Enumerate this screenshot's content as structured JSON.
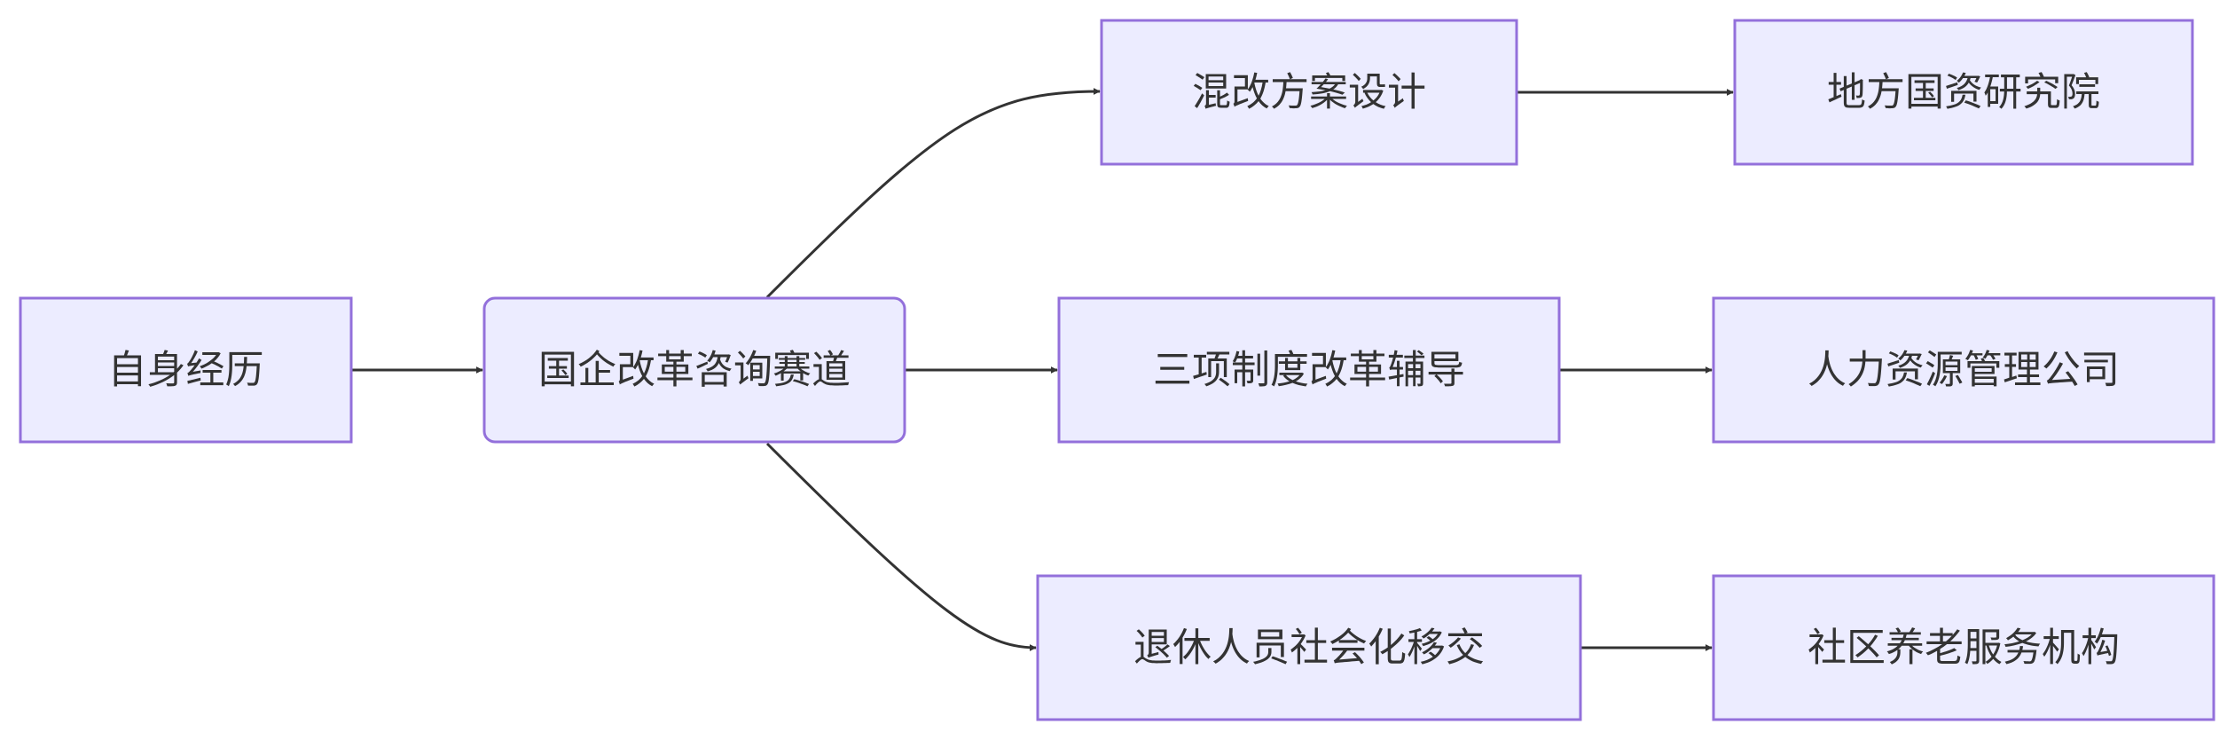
{
  "nodes": {
    "self_experience": "自身经历",
    "soe_reform_track": "国企改革咨询赛道",
    "mixed_reform_design": "混改方案设计",
    "local_soe_institute": "地方国资研究院",
    "three_systems_reform": "三项制度改革辅导",
    "hr_management_company": "人力资源管理公司",
    "retiree_transfer": "退休人员社会化移交",
    "community_elderly_care": "社区养老服务机构"
  },
  "colors": {
    "node_fill": "#ececff",
    "node_stroke": "#9370db",
    "edge_stroke": "#333333",
    "text": "#333333"
  }
}
